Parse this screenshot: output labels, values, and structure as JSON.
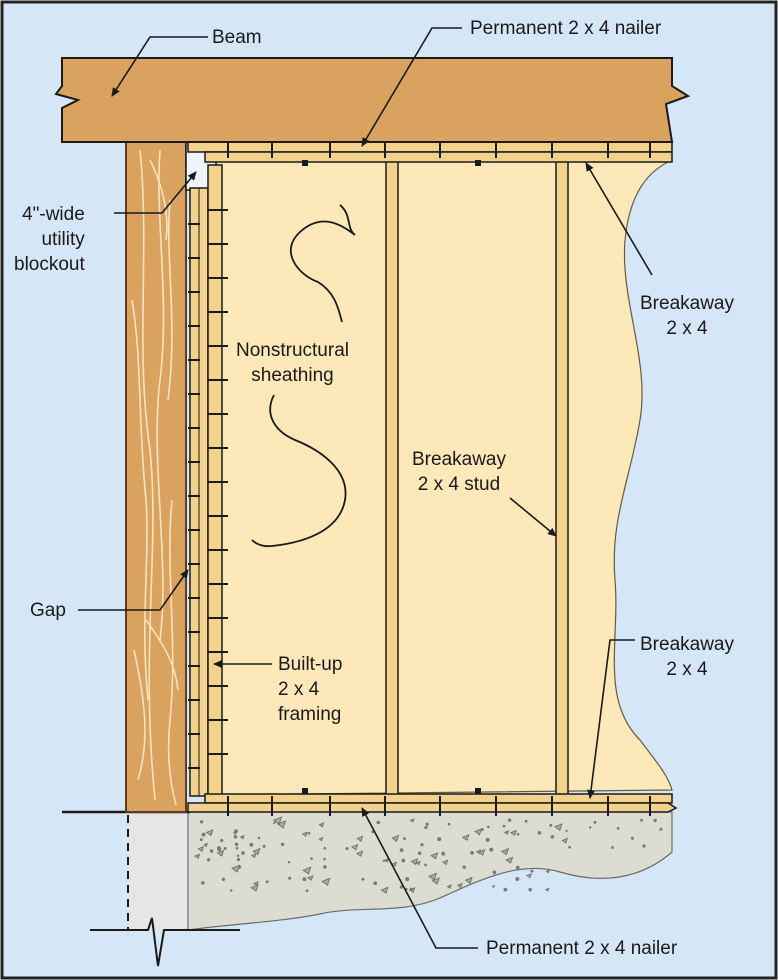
{
  "labels": {
    "beam": "Beam",
    "nailer_top": "Permanent 2 x 4 nailer",
    "blockout": "4\"-wide\nutility\nblockout",
    "breakaway_top": "Breakaway\n2 x 4",
    "sheathing": "Nonstructural\nsheathing",
    "stud": "Breakaway\n2 x 4 stud",
    "gap": "Gap",
    "built_up": "Built-up\n2 x 4\nframing",
    "breakaway_bottom": "Breakaway\n2 x 4",
    "nailer_bottom": "Permanent 2 x 4 nailer"
  },
  "colors": {
    "sky": "#d5e6f7",
    "border": "#222222",
    "beam": "#d9a25f",
    "post": "#d9a25f",
    "sheathing": "#fde8b9",
    "framing": "#f3d28e",
    "concrete": "#dcdcd2",
    "footing": "#e6e6e6",
    "line": "#1a1a1a"
  }
}
